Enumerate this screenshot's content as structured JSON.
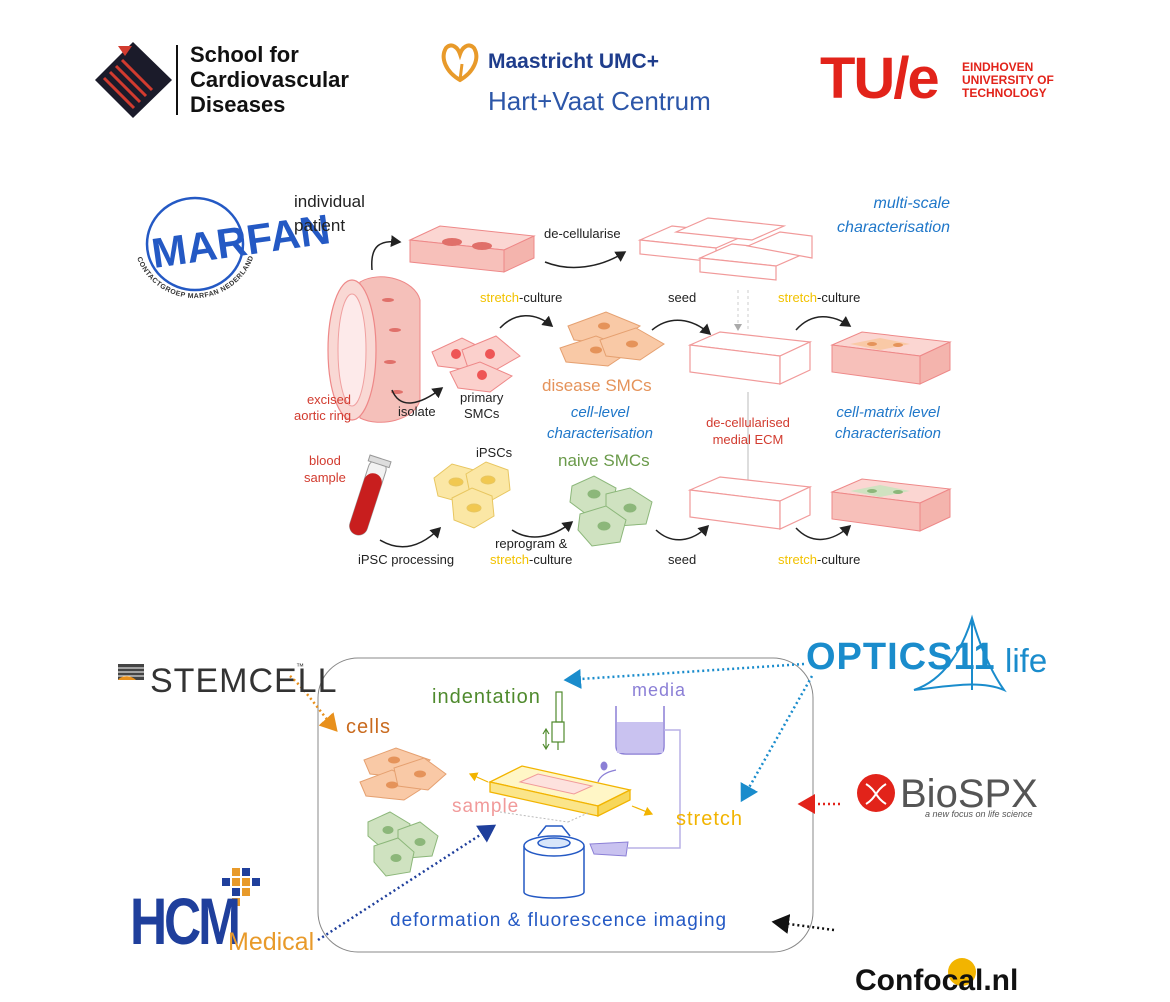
{
  "logos": {
    "school_line1": "School for",
    "school_line2": "Cardiovascular",
    "school_line3": "Diseases",
    "mumc_line1": "Maastricht UMC+",
    "mumc_line2": "Hart+Vaat Centrum",
    "tue_mark": "TU/e",
    "tue_line1": "EINDHOVEN",
    "tue_line2": "UNIVERSITY OF",
    "tue_line3": "TECHNOLOGY",
    "marfan_mark": "MARFAN",
    "marfan_ring": "CONTACTGROEP MARFAN NEDERLAND",
    "stemcell": "STEMCELL",
    "stemcell_tm": "™",
    "optics_mark": "OPTICS11",
    "optics_life": "life",
    "biospx": "BioSPX",
    "biospx_tag": "a new focus on life science",
    "hcm": "HCM",
    "hcm_medical": "Medical",
    "confocal": "Confocal.nl"
  },
  "workflow": {
    "individual_patient_1": "individual",
    "individual_patient_2": "patient",
    "decellularise": "de-cellularise",
    "multiscale_1": "multi-scale",
    "multiscale_2": "characterisation",
    "stretch_word": "stretch",
    "culture_word": "-culture",
    "seed": "seed",
    "excised_1": "excised",
    "excised_2": "aortic ring",
    "isolate": "isolate",
    "primary_1": "primary",
    "primary_2": "SMCs",
    "disease_smcs": "disease SMCs",
    "cell_level_1": "cell-level",
    "cell_level_2": "characterisation",
    "decell_medial_1": "de-cellularised",
    "decell_medial_2": "medial ECM",
    "cell_matrix_1": "cell-matrix level",
    "cell_matrix_2": "characterisation",
    "blood_1": "blood",
    "blood_2": "sample",
    "ipscs": "iPSCs",
    "naive_smcs": "naive SMCs",
    "ipsc_processing": "iPSC processing",
    "reprogram_1": "reprogram &",
    "seed_bottom": "seed"
  },
  "experiment": {
    "indentation": "indentation",
    "media": "media",
    "cells": "cells",
    "sample": "sample",
    "stretch": "stretch",
    "imaging": "deformation & fluorescence imaging"
  },
  "colors": {
    "red": "#d23b2f",
    "blue": "#1f77c9",
    "yellow": "#f2c200",
    "orange_cells": "#c96a1e",
    "green_cells": "#4f8a2d",
    "purple_media": "#8b7fd6",
    "dark_blue": "#1f3f9c"
  }
}
